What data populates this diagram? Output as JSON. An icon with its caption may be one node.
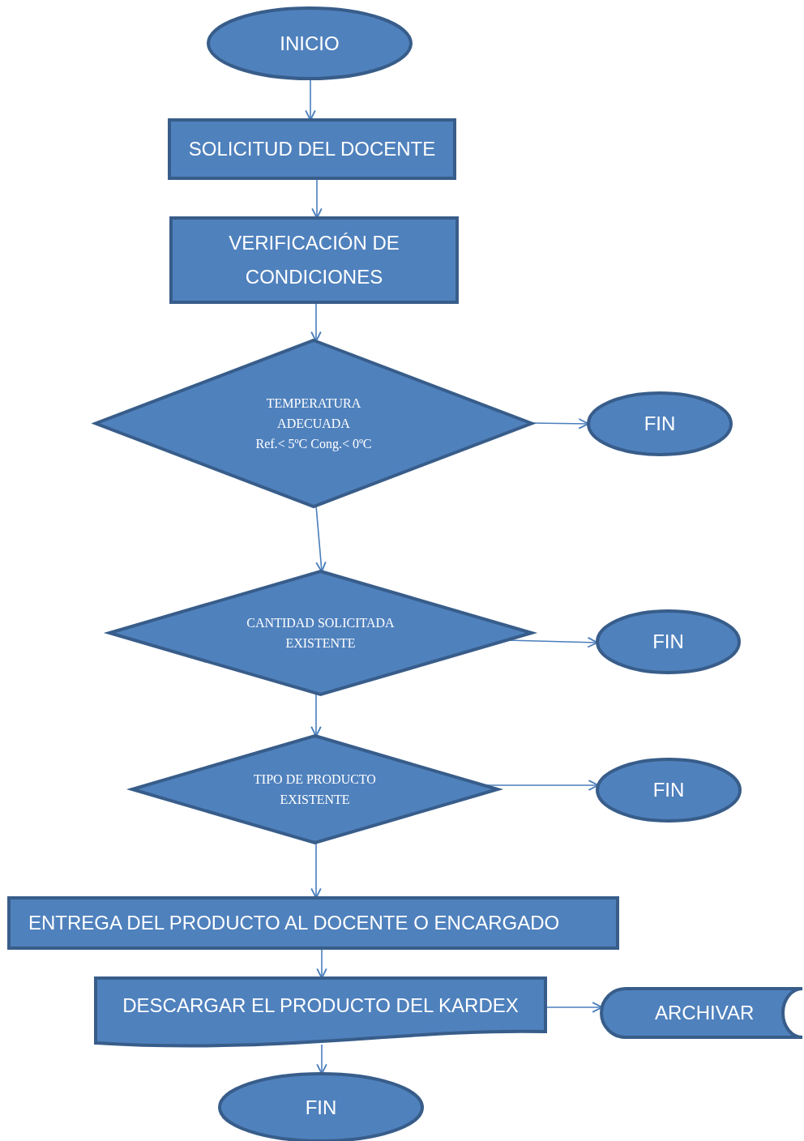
{
  "diagram": {
    "nodes": [
      {
        "text": [
          "INICIO"
        ]
      },
      {
        "text": [
          "SOLICITUD DEL DOCENTE"
        ]
      },
      {
        "text": [
          "VERIFICACIÓN DE CONDICIONES"
        ]
      },
      {
        "text": [
          "TEMPERATURA ADECUADA",
          "Ref.< 5ºC Cong.< 0ºC"
        ]
      },
      {
        "text": [
          "FIN"
        ]
      },
      {
        "text": [
          "CANTIDAD SOLICITADA EXISTENTE"
        ]
      },
      {
        "text": [
          "FIN"
        ]
      },
      {
        "text": [
          "TIPO DE PRODUCTO EXISTENTE"
        ]
      },
      {
        "text": [
          "FIN"
        ]
      },
      {
        "text": [
          "ENTREGA DEL PRODUCTO AL DOCENTE O ENCARGADO"
        ]
      },
      {
        "text": [
          "DESCARGAR EL PRODUCTO DEL KARDEX"
        ]
      },
      {
        "text": [
          "ARCHIVAR"
        ]
      },
      {
        "text": [
          "FIN"
        ]
      }
    ],
    "edges": [
      {
        "from": 0,
        "to": 1,
        "arrow": "to"
      },
      {
        "from": 1,
        "to": 2,
        "arrow": "to"
      },
      {
        "from": 2,
        "to": 3,
        "arrow": "to"
      },
      {
        "from": 3,
        "to": 4,
        "arrow": "to"
      },
      {
        "from": 3,
        "to": 5,
        "arrow": "to"
      },
      {
        "from": 5,
        "to": 6,
        "arrow": "to"
      },
      {
        "from": 5,
        "to": 7,
        "arrow": "to"
      },
      {
        "from": 7,
        "to": 8,
        "arrow": "to"
      },
      {
        "from": 7,
        "to": 9,
        "arrow": "to"
      },
      {
        "from": 9,
        "to": 10,
        "arrow": "to"
      },
      {
        "from": 10,
        "to": 11,
        "arrow": "to"
      },
      {
        "from": 10,
        "to": 12,
        "arrow": "to"
      }
    ]
  }
}
